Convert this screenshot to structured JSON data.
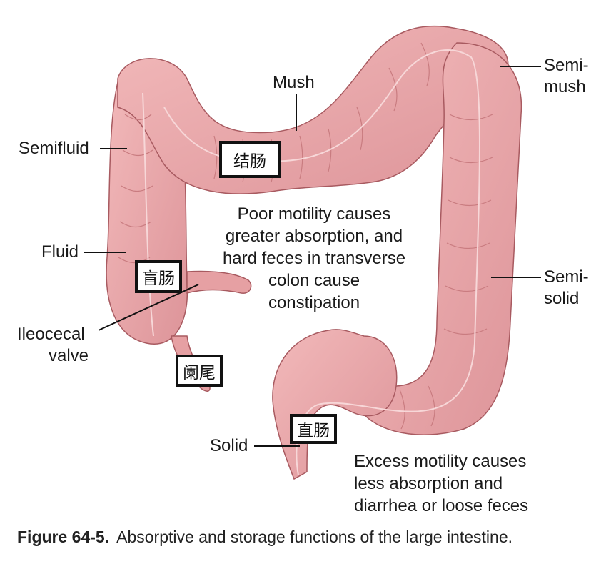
{
  "labels": {
    "mush": "Mush",
    "semi_mush": [
      "Semi-",
      "mush"
    ],
    "semifluid": "Semifluid",
    "fluid": "Fluid",
    "ileocecal": [
      "Ileocecal",
      "valve"
    ],
    "semi_solid": [
      "Semi-",
      "solid"
    ],
    "solid": "Solid"
  },
  "boxes": {
    "colon": "结肠",
    "cecum": "盲肠",
    "appendix": "阑尾",
    "rectum": "直肠"
  },
  "notes": {
    "poor_motility": [
      "Poor motility causes",
      "greater absorption, and",
      "hard feces in transverse",
      "colon cause",
      "constipation"
    ],
    "excess_motility": [
      "Excess motility causes",
      "less absorption and",
      "diarrhea or loose feces"
    ]
  },
  "caption": {
    "figure": "Figure 64-5.",
    "text": "Absorptive and storage functions of the large intestine."
  },
  "colors": {
    "intestine_fill": "#e8a3a5",
    "intestine_shade": "#c97c80",
    "intestine_edge": "#a85a60",
    "haustra": "#d48d92"
  }
}
